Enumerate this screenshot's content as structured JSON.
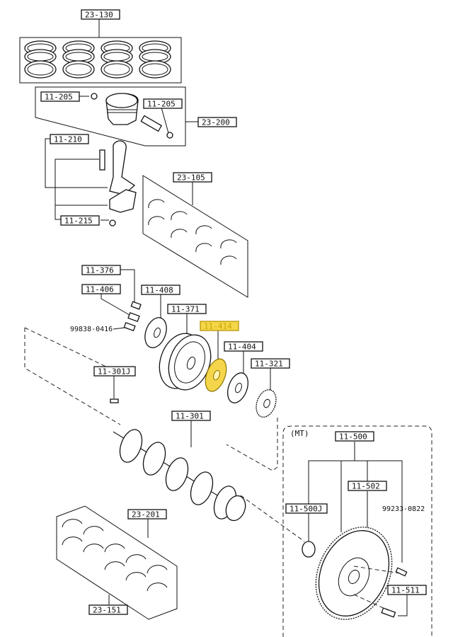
{
  "highlight_color": "#f5d64a",
  "labels": {
    "p23_130": "23-130",
    "p11_205a": "11-205",
    "p11_205b": "11-205",
    "p23_200": "23-200",
    "p11_210": "11-210",
    "p23_105": "23-105",
    "p11_215": "11-215",
    "p11_376": "11-376",
    "p11_406": "11-406",
    "p11_408": "11-408",
    "p99838": "99838-0416",
    "p11_371": "11-371",
    "p11_414": "11-414",
    "p11_404": "11-404",
    "p11_321": "11-321",
    "p11_301J": "11-301J",
    "p11_301": "11-301",
    "mt": "(MT)",
    "p11_500": "11-500",
    "p11_502": "11-502",
    "p11_500J": "11-500J",
    "p99233": "99233-0822",
    "p23_201": "23-201",
    "p11_511": "11-511",
    "p23_151": "23-151"
  }
}
